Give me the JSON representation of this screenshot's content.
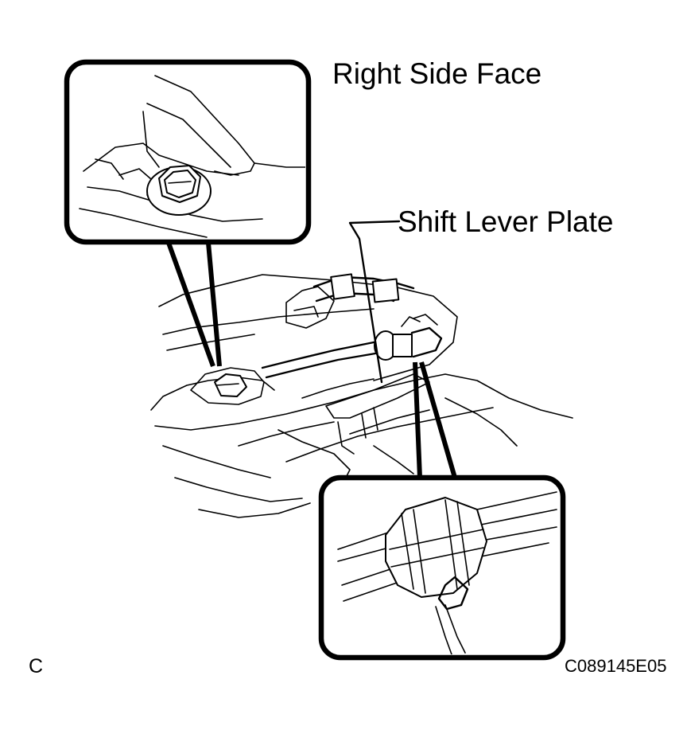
{
  "labels": {
    "right_side_face": "Right Side Face",
    "shift_lever_plate": "Shift Lever Plate",
    "corner_letter": "C",
    "figure_code": "C089145E05"
  },
  "colors": {
    "line": "#000000",
    "background": "#ffffff"
  }
}
